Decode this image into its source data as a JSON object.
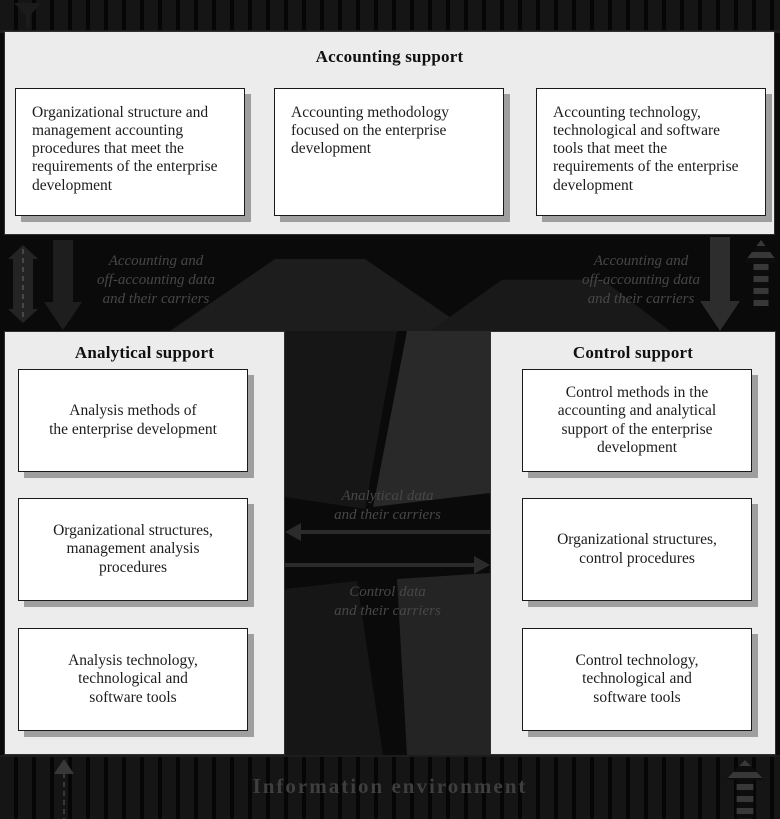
{
  "colors": {
    "canvas-bg": "#0a0a0a",
    "panel-bg": "#ececec",
    "box-bg": "#ffffff",
    "box-border": "#1a1a1a",
    "box-shadow": "#9f9f9f",
    "band-text": "#474747"
  },
  "accounting": {
    "title": "Accounting support",
    "boxes": [
      "Organizational structure and\nmanagement accounting\nprocedures that meet the\nrequirements of the enterprise\ndevelopment",
      "Accounting methodology\nfocused on the enterprise\ndevelopment",
      "Accounting technology,\ntechnological and software\ntools that meet the\nrequirements of the enterprise\ndevelopment"
    ]
  },
  "data_band": {
    "left_label": "Accounting and\noff-accounting data\nand their carriers",
    "right_label": "Accounting and\noff-accounting data\nand their carriers"
  },
  "analytical": {
    "title": "Analytical support",
    "boxes": [
      "Analysis methods of\nthe enterprise development",
      "Organizational structures,\nmanagement analysis\nprocedures",
      "Analysis technology,\ntechnological and\nsoftware tools"
    ]
  },
  "channel": {
    "analytical_label": "Analytical data\nand their carriers",
    "control_label": "Control data\nand their carriers"
  },
  "control": {
    "title": "Control support",
    "boxes": [
      "Control methods in the\naccounting and analytical\nsupport of the enterprise\ndevelopment",
      "Organizational structures,\ncontrol procedures",
      "Control technology,\ntechnological and\nsoftware tools"
    ]
  },
  "footer": {
    "label": "Information environment"
  }
}
